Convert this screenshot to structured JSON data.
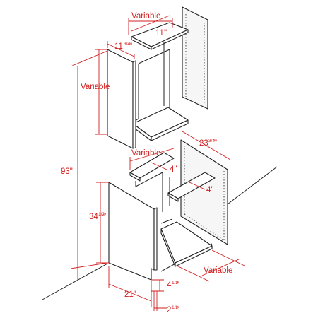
{
  "diagram": {
    "colors": {
      "dimension": "#d21f1f",
      "outline": "#222222",
      "background": "#ffffff"
    },
    "labels": {
      "upper_width": "Variable",
      "upper_depth": "11\"",
      "upper_side_depth_whole": "11",
      "upper_side_depth_frac": "3/4",
      "upper_side_depth_inch": "\"",
      "upper_height": "Variable",
      "total_height": "93\"",
      "back_width_whole": "23",
      "back_width_frac": "3/4",
      "back_width_inch": "\"",
      "lower_width": "Variable",
      "rail_top": "4\"",
      "rail_mid": "4\"",
      "base_height_whole": "34",
      "base_height_frac": "1/2",
      "base_height_inch": "\"",
      "base_depth": "21\"",
      "bottom_depth": "Variable",
      "toe_height_whole": "4",
      "toe_height_frac": "1/2",
      "toe_height_inch": "\"",
      "toe_depth_whole": "2",
      "toe_depth_frac": "1/2",
      "toe_depth_inch": "\""
    }
  }
}
